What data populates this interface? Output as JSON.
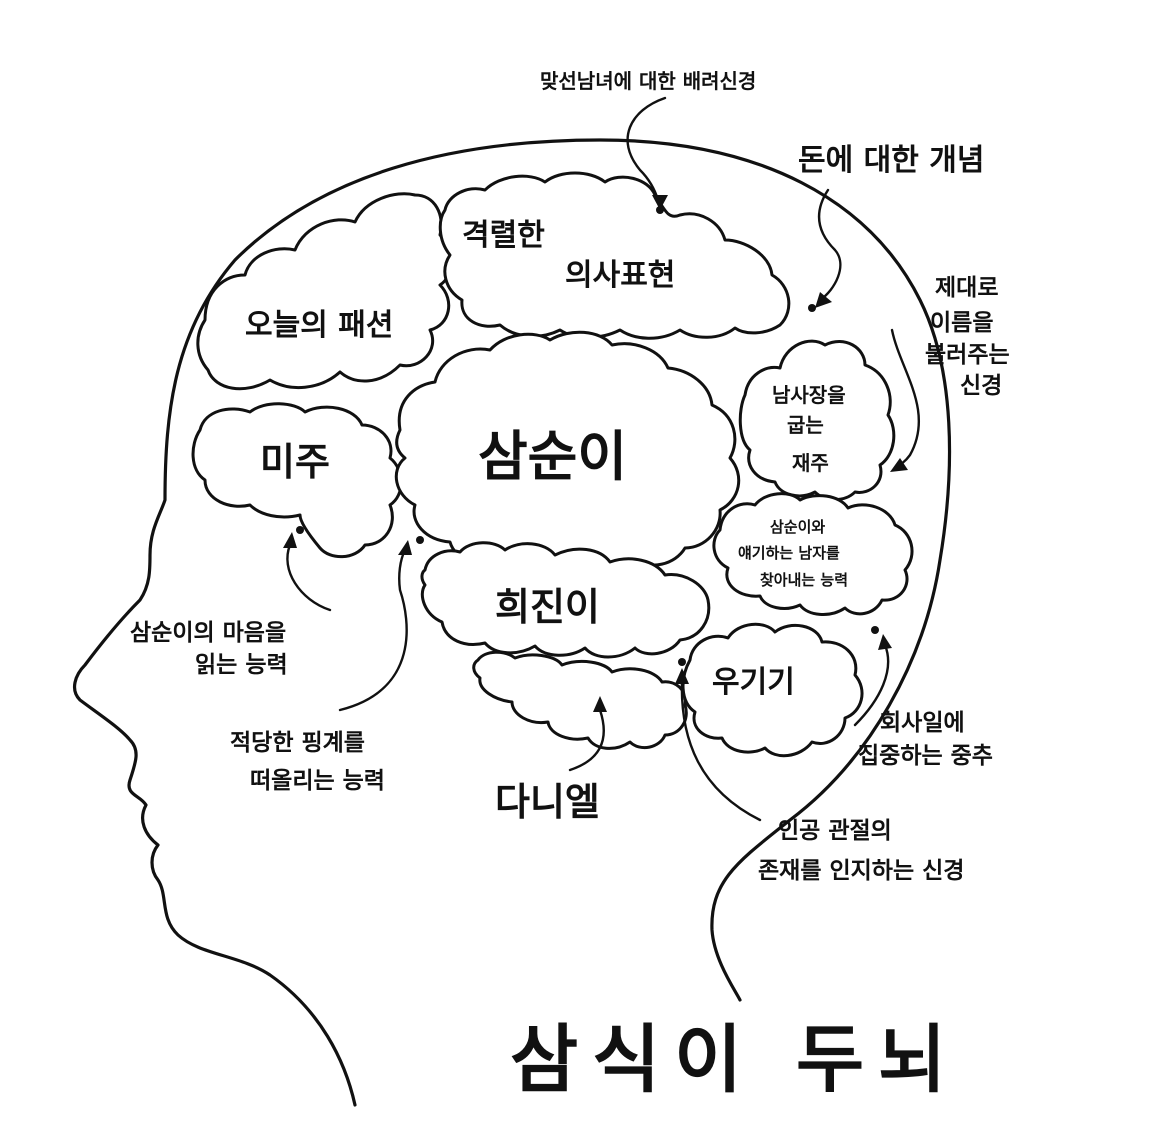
{
  "title": "삼식이 두뇌",
  "regions": {
    "center": "삼순이",
    "fashion": "오늘의 패션",
    "beauty": "미주",
    "expression": [
      "격렬한",
      "의사표현"
    ],
    "hwajini": "희진이",
    "daniel": "다니엘",
    "ugigi": "우기기",
    "insult": [
      "남사장을",
      "굽는",
      "재주"
    ],
    "finder": [
      "삼순이와",
      "얘기하는 남자를",
      "찾아내는 능력"
    ]
  },
  "annotations": {
    "top_stranger": "맞선남녀에 대한 배려신경",
    "money": "돈에 대한 개념",
    "name": [
      "제대로",
      "이름을",
      "불러주는",
      "신경"
    ],
    "read_heart": [
      "삼순이의 마음을",
      "읽는 능력"
    ],
    "excuse": [
      "적당한 핑계를",
      "떠올리는 능력"
    ],
    "company": [
      "회사일에",
      "집중하는 중추"
    ],
    "relation": [
      "인공 관절의",
      "존재를 인지하는 신경"
    ]
  }
}
